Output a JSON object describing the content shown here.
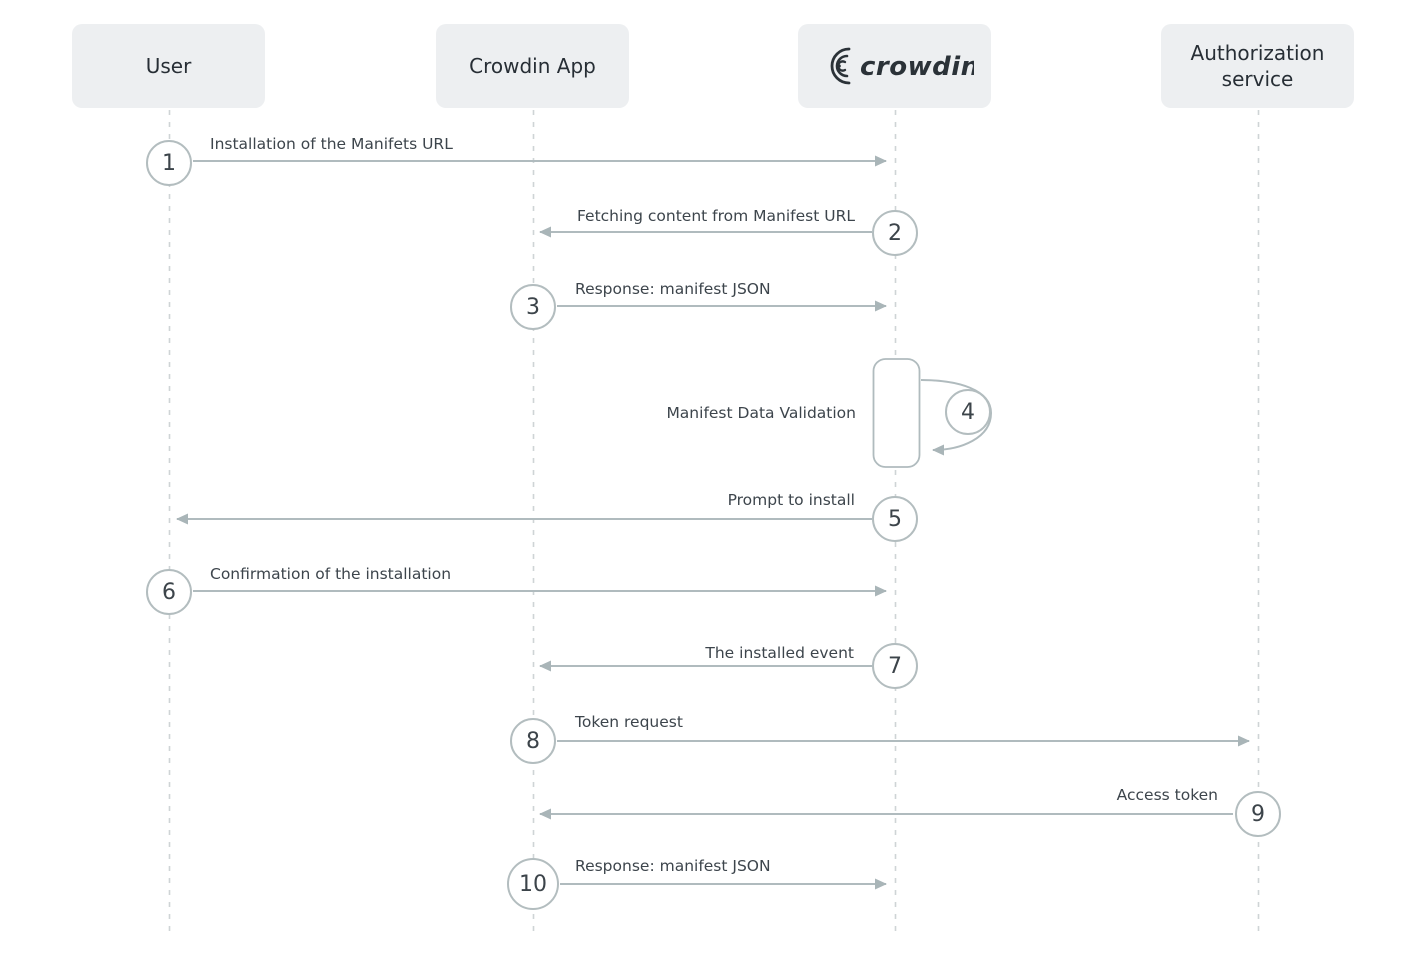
{
  "actors": [
    {
      "label": "User"
    },
    {
      "label": "Crowdin App"
    },
    {
      "label": "crowdin",
      "type": "logo"
    },
    {
      "label": "Authorization service"
    }
  ],
  "messages": [
    {
      "number": "1",
      "label": "Installation of the Manifets URL",
      "from": "User",
      "to": "crowdin",
      "direction": "right"
    },
    {
      "number": "2",
      "label": "Fetching content from Manifest URL",
      "from": "crowdin",
      "to": "Crowdin App",
      "direction": "left"
    },
    {
      "number": "3",
      "label": "Response: manifest JSON",
      "from": "Crowdin App",
      "to": "crowdin",
      "direction": "right"
    },
    {
      "number": "4",
      "label": "Manifest Data Validation",
      "from": "crowdin",
      "to": "crowdin",
      "direction": "self"
    },
    {
      "number": "5",
      "label": "Prompt to install",
      "from": "crowdin",
      "to": "User",
      "direction": "left"
    },
    {
      "number": "6",
      "label": "Confirmation of the installation",
      "from": "User",
      "to": "crowdin",
      "direction": "right"
    },
    {
      "number": "7",
      "label": "The installed event",
      "from": "crowdin",
      "to": "Crowdin App",
      "direction": "left"
    },
    {
      "number": "8",
      "label": "Token request",
      "from": "Crowdin App",
      "to": "Authorization service",
      "direction": "right"
    },
    {
      "number": "9",
      "label": "Access token",
      "from": "Authorization service",
      "to": "Crowdin App",
      "direction": "left"
    },
    {
      "number": "10",
      "label": "Response: manifest JSON",
      "from": "Crowdin App",
      "to": "crowdin",
      "direction": "right"
    }
  ],
  "colors": {
    "background": "#ffffff",
    "actor_box_bg": "#edeff1",
    "actor_text": "#272e35",
    "arrow_line": "#b0bbbe",
    "lifeline_dash": "#cfd4d6",
    "label_text": "#3d454c",
    "logo_ink": "#2b3238"
  }
}
